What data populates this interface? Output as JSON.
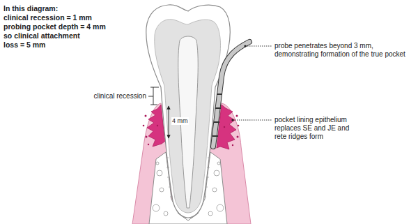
{
  "diagram": {
    "labels": [
      "In this diagram:",
      "clinical recession = 1 mm",
      "probing pocket depth = 4 mm",
      "so clinical attachment loss = 5 mm",
      "clinical recession",
      "4 mm",
      "probe penetrates beyond 3 mm, demonstrating formation of the true pocket",
      "pocket lining epithelium replaces SE and JE and rete ridges form"
    ]
  }
}
